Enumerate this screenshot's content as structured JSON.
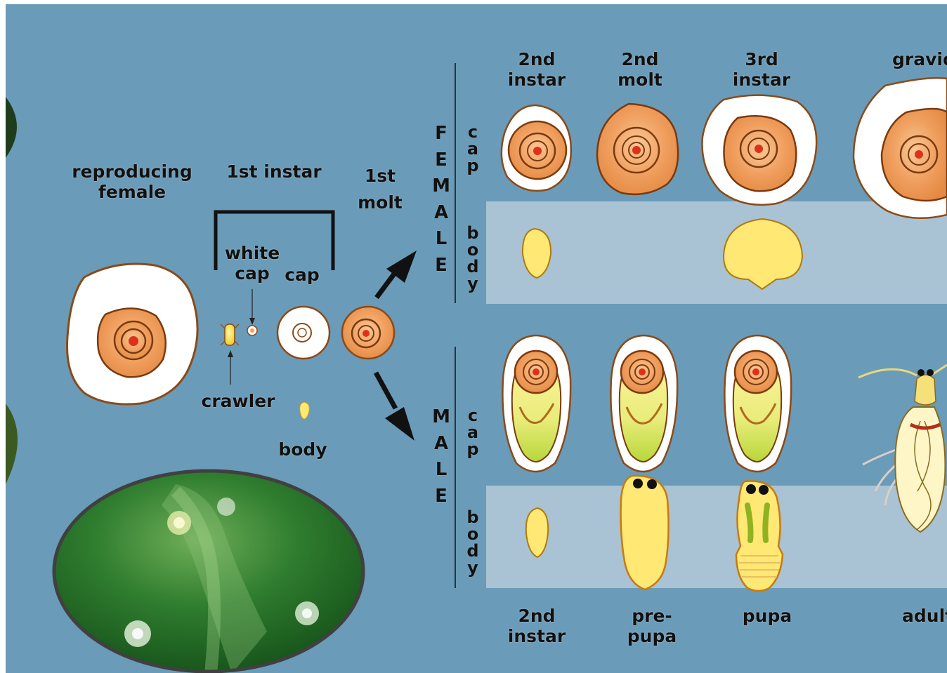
{
  "colors": {
    "background": "#6a9bb8",
    "band": "#a9c2d4",
    "cap_white": "#ffffff",
    "cap_orange": "#f0a060",
    "cap_outline": "#7a3a0e",
    "center_red": "#e0301a",
    "body_yellow": "#ffe873",
    "leaf_green": "#2d7a2d",
    "text": "#111111"
  },
  "labels": {
    "reproducing_female": "reproducing\nfemale",
    "first_instar": "1st instar",
    "first_molt": "1st\nmolt",
    "white_cap": "white\ncap",
    "cap": "cap",
    "crawler": "crawler",
    "body": "body"
  },
  "female": {
    "side_label": "FEMALE",
    "row_cap": "cap",
    "row_body": "body",
    "stages": [
      "2nd\ninstar",
      "2nd\nmolt",
      "3rd\ninstar",
      "gravid"
    ]
  },
  "male": {
    "side_label": "MALE",
    "row_cap": "cap",
    "row_body": "body",
    "stages": [
      "2nd\ninstar",
      "pre-\npupa",
      "pupa",
      "adult"
    ]
  },
  "icons": [
    "arrow-up-right-icon",
    "arrow-down-right-icon",
    "scale-cap-icon",
    "scale-body-icon",
    "adult-male-insect-icon"
  ]
}
